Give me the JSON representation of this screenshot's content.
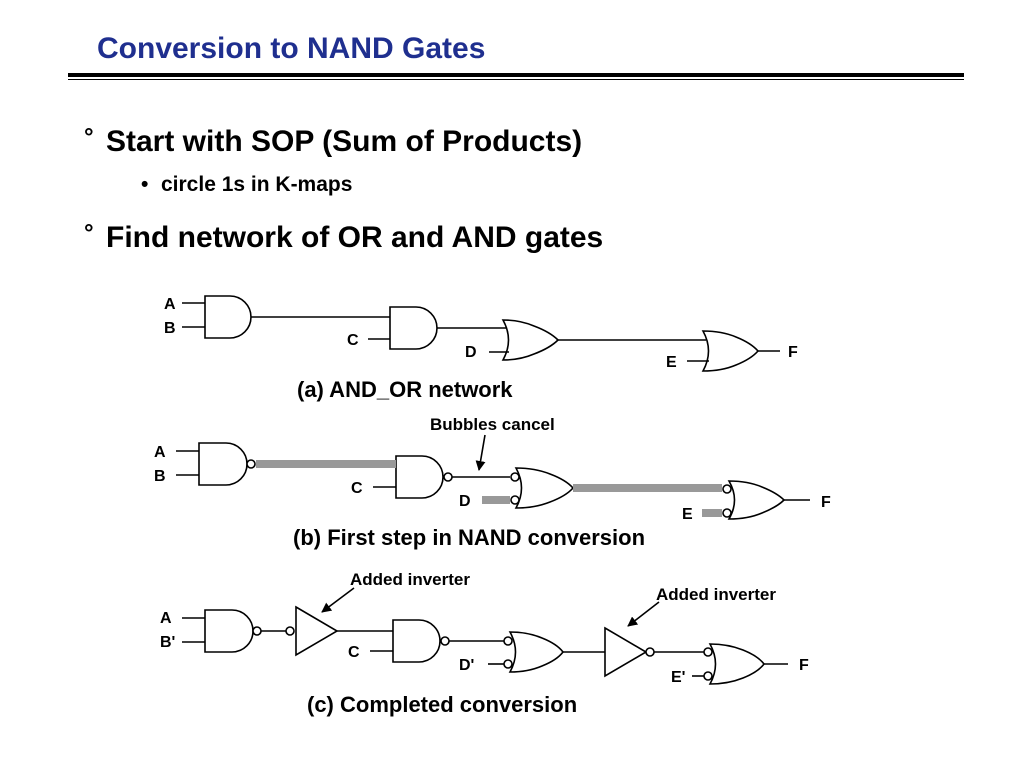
{
  "slide": {
    "title": "Conversion to NAND Gates",
    "bullets": [
      {
        "marker": "°",
        "text": "Start with SOP (Sum of Products)"
      },
      {
        "marker": "•",
        "text": "circle 1s in K-maps"
      },
      {
        "marker": "°",
        "text": "Find network of OR and AND gates"
      }
    ]
  },
  "diagram": {
    "a": {
      "caption": "(a)  AND_OR network",
      "inputs": {
        "A": "A",
        "B": "B",
        "C": "C",
        "D": "D",
        "E": "E"
      },
      "output": "F"
    },
    "b": {
      "caption": "(b) First step in NAND conversion",
      "annotation": "Bubbles cancel",
      "inputs": {
        "A": "A",
        "B": "B",
        "C": "C",
        "D": "D",
        "E": "E"
      },
      "output": "F"
    },
    "c": {
      "caption": "(c) Completed conversion",
      "annotation1": "Added inverter",
      "annotation2": "Added inverter",
      "inputs": {
        "A": "A",
        "B": "B'",
        "C": "C",
        "D": "D'",
        "E": "E'"
      },
      "output": "F"
    },
    "colors": {
      "title": "#1f2f8f",
      "highlight_wire": "#999999"
    }
  }
}
